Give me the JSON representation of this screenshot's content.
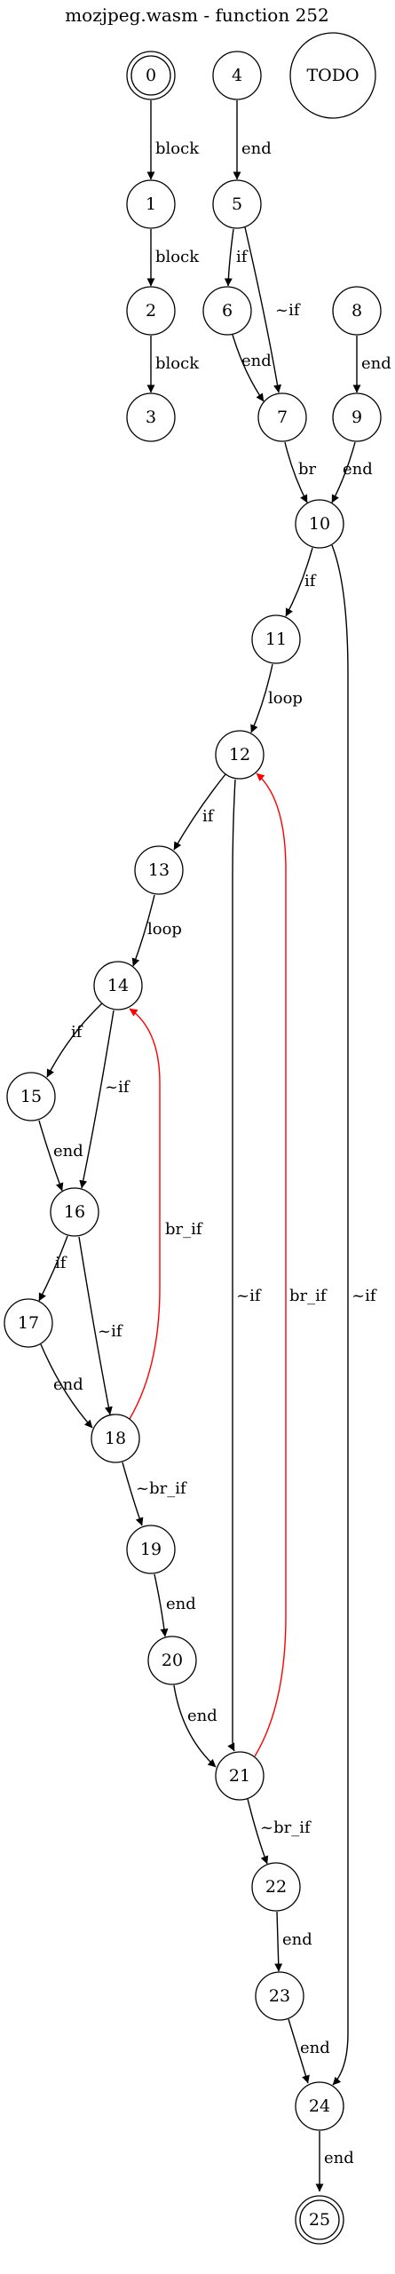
{
  "title": "mozjpeg.wasm - function 252",
  "colors": {
    "normal": "#000000",
    "back": "#ff0000"
  },
  "nodes": [
    {
      "id": "0",
      "label": "0",
      "double": true
    },
    {
      "id": "1",
      "label": "1"
    },
    {
      "id": "2",
      "label": "2"
    },
    {
      "id": "3",
      "label": "3"
    },
    {
      "id": "4",
      "label": "4"
    },
    {
      "id": "5",
      "label": "5"
    },
    {
      "id": "6",
      "label": "6"
    },
    {
      "id": "7",
      "label": "7"
    },
    {
      "id": "8",
      "label": "8"
    },
    {
      "id": "9",
      "label": "9"
    },
    {
      "id": "10",
      "label": "10"
    },
    {
      "id": "11",
      "label": "11"
    },
    {
      "id": "12",
      "label": "12"
    },
    {
      "id": "13",
      "label": "13"
    },
    {
      "id": "14",
      "label": "14"
    },
    {
      "id": "15",
      "label": "15"
    },
    {
      "id": "16",
      "label": "16"
    },
    {
      "id": "17",
      "label": "17"
    },
    {
      "id": "18",
      "label": "18"
    },
    {
      "id": "19",
      "label": "19"
    },
    {
      "id": "20",
      "label": "20"
    },
    {
      "id": "21",
      "label": "21"
    },
    {
      "id": "22",
      "label": "22"
    },
    {
      "id": "23",
      "label": "23"
    },
    {
      "id": "24",
      "label": "24"
    },
    {
      "id": "25",
      "label": "25",
      "double": true
    },
    {
      "id": "TODO",
      "label": "TODO",
      "big": true
    }
  ],
  "edges": [
    {
      "from": "0",
      "to": "1",
      "label": "block",
      "kind": "normal"
    },
    {
      "from": "1",
      "to": "2",
      "label": "block",
      "kind": "normal"
    },
    {
      "from": "2",
      "to": "3",
      "label": "block",
      "kind": "normal"
    },
    {
      "from": "4",
      "to": "5",
      "label": "end",
      "kind": "normal"
    },
    {
      "from": "5",
      "to": "6",
      "label": "if",
      "kind": "normal"
    },
    {
      "from": "5",
      "to": "7",
      "label": "~if",
      "kind": "normal"
    },
    {
      "from": "6",
      "to": "7",
      "label": "end",
      "kind": "normal"
    },
    {
      "from": "8",
      "to": "9",
      "label": "end",
      "kind": "normal"
    },
    {
      "from": "7",
      "to": "10",
      "label": "br",
      "kind": "normal"
    },
    {
      "from": "9",
      "to": "10",
      "label": "end",
      "kind": "normal"
    },
    {
      "from": "10",
      "to": "11",
      "label": "if",
      "kind": "normal"
    },
    {
      "from": "10",
      "to": "24",
      "label": "~if",
      "kind": "normal"
    },
    {
      "from": "11",
      "to": "12",
      "label": "loop",
      "kind": "normal"
    },
    {
      "from": "12",
      "to": "13",
      "label": "if",
      "kind": "normal"
    },
    {
      "from": "12",
      "to": "21",
      "label": "~if",
      "kind": "normal"
    },
    {
      "from": "13",
      "to": "14",
      "label": "loop",
      "kind": "normal"
    },
    {
      "from": "14",
      "to": "15",
      "label": "if",
      "kind": "normal"
    },
    {
      "from": "14",
      "to": "16",
      "label": "~if",
      "kind": "normal"
    },
    {
      "from": "15",
      "to": "16",
      "label": "end",
      "kind": "normal"
    },
    {
      "from": "16",
      "to": "17",
      "label": "if",
      "kind": "normal"
    },
    {
      "from": "16",
      "to": "18",
      "label": "~if",
      "kind": "normal"
    },
    {
      "from": "17",
      "to": "18",
      "label": "end",
      "kind": "normal"
    },
    {
      "from": "18",
      "to": "14",
      "label": "br_if",
      "kind": "back"
    },
    {
      "from": "18",
      "to": "19",
      "label": "~br_if",
      "kind": "normal"
    },
    {
      "from": "19",
      "to": "20",
      "label": "end",
      "kind": "normal"
    },
    {
      "from": "20",
      "to": "21",
      "label": "end",
      "kind": "normal"
    },
    {
      "from": "21",
      "to": "12",
      "label": "br_if",
      "kind": "back"
    },
    {
      "from": "21",
      "to": "22",
      "label": "~br_if",
      "kind": "normal"
    },
    {
      "from": "22",
      "to": "23",
      "label": "end",
      "kind": "normal"
    },
    {
      "from": "23",
      "to": "24",
      "label": "end",
      "kind": "normal"
    },
    {
      "from": "24",
      "to": "25",
      "label": "end",
      "kind": "normal"
    }
  ]
}
